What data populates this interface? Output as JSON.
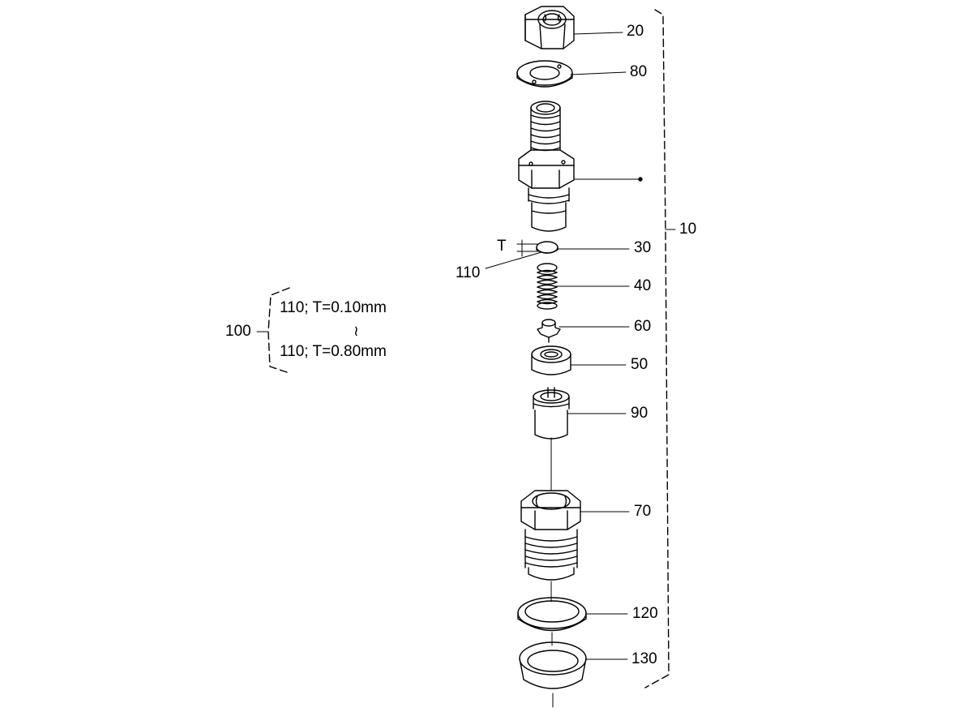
{
  "callouts": {
    "c20": "20",
    "c80": "80",
    "c10": "10",
    "c30": "30",
    "c110": "110",
    "cT": "T",
    "c40": "40",
    "c60": "60",
    "c50": "50",
    "c90": "90",
    "c70": "70",
    "c120": "120",
    "c130": "130"
  },
  "range_group": {
    "id": "100",
    "first": "110; T=0.10mm",
    "range_mark": "≀",
    "last": "110; T=0.80mm"
  }
}
